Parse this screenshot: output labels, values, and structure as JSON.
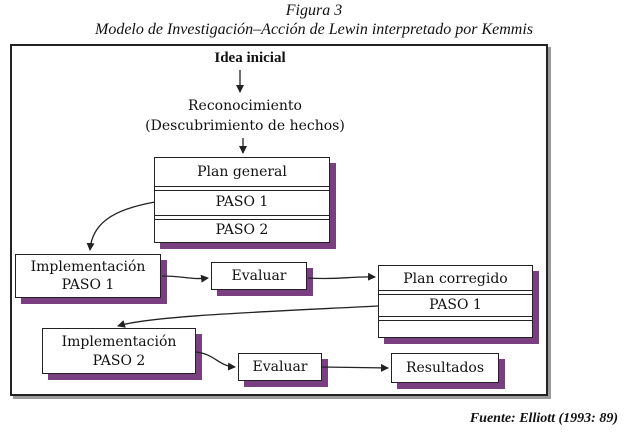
{
  "figure": {
    "number": "Figura 3",
    "title": "Modelo de Investigación–Acción de Lewin interpretado por Kemmis",
    "source": "Fuente: Elliott (1993: 89)"
  },
  "diagram": {
    "idea_inicial": "Idea inicial",
    "reconocimiento_1": "Reconocimiento",
    "reconocimiento_2": "(Descubrimiento de hechos)",
    "plan_general": "Plan general",
    "plan_paso_1": "PASO 1",
    "plan_paso_2": "PASO 2",
    "impl1_line1": "Implementación",
    "impl1_line2": "PASO 1",
    "evaluar_1": "Evaluar",
    "plan_corregido": "Plan corregido",
    "plan_corregido_paso_1": "PASO 1",
    "impl2_line1": "Implementación",
    "impl2_line2": "PASO 2",
    "evaluar_2": "Evaluar",
    "resultados": "Resultados"
  },
  "colors": {
    "shadow": "#7a3f80",
    "frame": "#222222"
  }
}
